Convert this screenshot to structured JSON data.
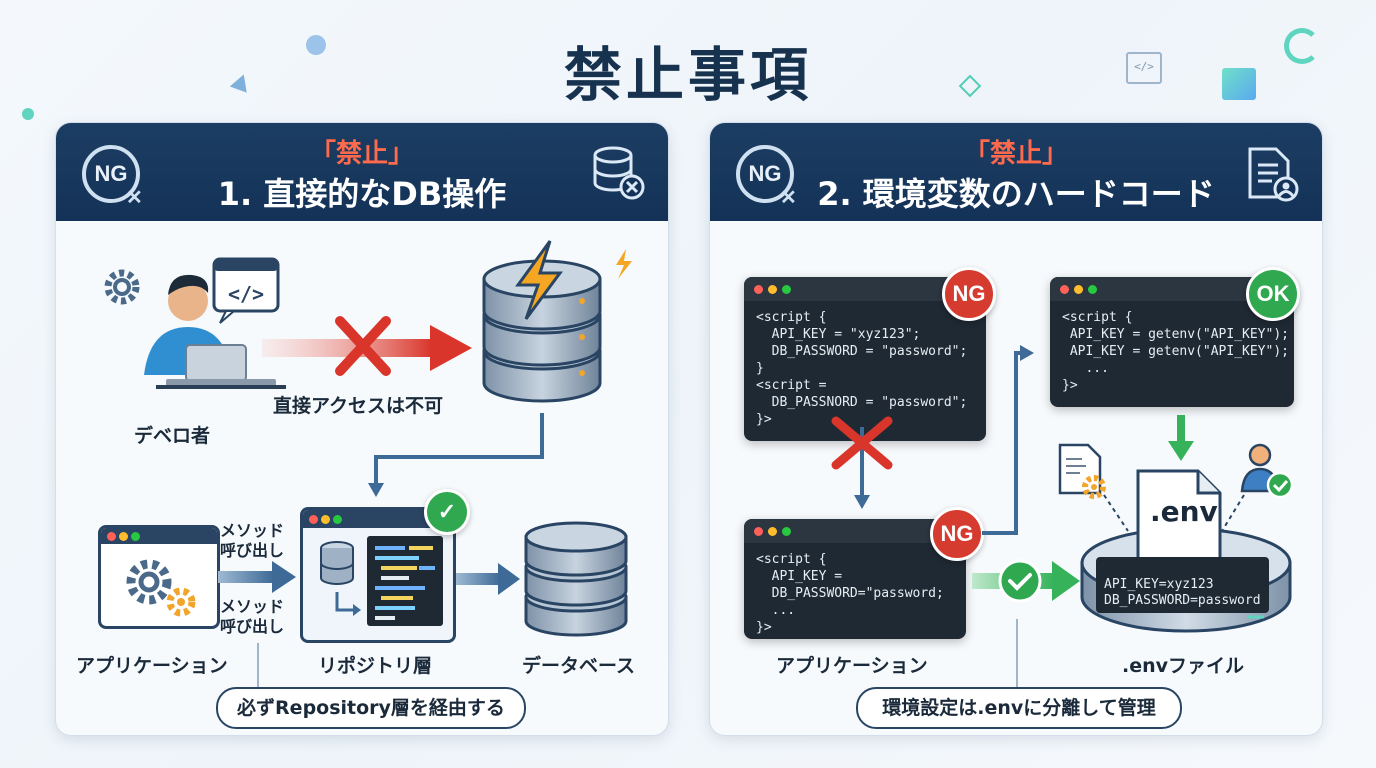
{
  "title": "禁止事項",
  "left_panel": {
    "badge": "NG",
    "tag": "「禁止」",
    "title": "1. 直接的なDB操作",
    "developer_label": "デベロ者",
    "no_direct_access_label": "直接アクセスは不可",
    "method_call_1": [
      "メソッド",
      "呼び出し"
    ],
    "method_call_2": [
      "メソッド",
      "呼び出し"
    ],
    "application_label": "アプリケーション",
    "repository_label": "リポジトリ層",
    "database_label": "データベース",
    "footer_note": "必ずRepository層を経由する"
  },
  "right_panel": {
    "badge": "NG",
    "tag": "「禁止」",
    "title": "2. 環境変数のハードコード",
    "ng_label_1": "NG",
    "ng_label_2": "NG",
    "ok_label": "OK",
    "code_ng_1": [
      "<script {",
      "  API_KEY = \"xyz123\";",
      "  DB_PASSWORD = \"password\";",
      "}",
      "<script =",
      "  DB_PASSNORD = \"password\";",
      "}>"
    ],
    "code_ng_2": [
      "<script {",
      "  API_KEY =",
      "  DB_PASSWORD=\"password;",
      "  ...",
      "}>"
    ],
    "code_ok": [
      "<script {",
      " API_KEY = getenv(\"API_KEY\");",
      " API_KEY = getenv(\"API_KEY\");",
      "   ...",
      "}>"
    ],
    "env_file_name": ".env",
    "env_lines": [
      "API_KEY=xyz123",
      "DB_PASSWORD=password"
    ],
    "application_label": "アプリケーション",
    "env_file_label": ".envファイル",
    "footer_note": "環境設定は.envに分離して管理"
  },
  "colors": {
    "header_bg": "#1c3d63",
    "forbid_red": "#ff6a4d",
    "ng_red": "#d63b2f",
    "ok_green": "#2fa84f",
    "arrow_blue": "#3d6a96"
  }
}
